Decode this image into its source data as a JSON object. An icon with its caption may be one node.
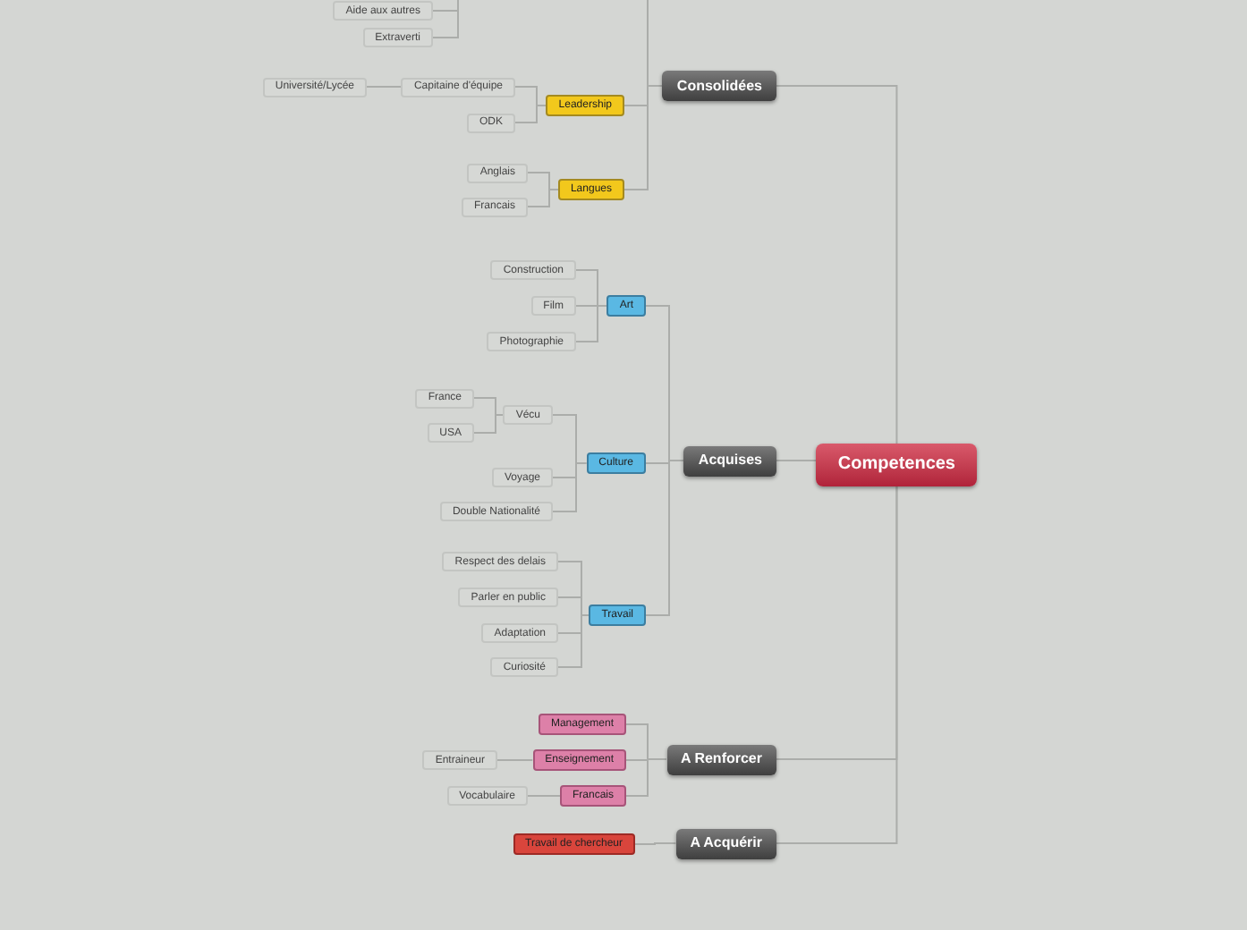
{
  "diagram": {
    "nodes": [
      {
        "text": [
          "Competences"
        ]
      },
      {
        "text": [
          "Consolidées"
        ]
      },
      {
        "text": [
          "Aide aux autres"
        ]
      },
      {
        "text": [
          "Extraverti"
        ]
      },
      {
        "text": [
          "Leadership"
        ]
      },
      {
        "text": [
          "Capitaine d'équipe"
        ]
      },
      {
        "text": [
          "Université/Lycée"
        ]
      },
      {
        "text": [
          "ODK"
        ]
      },
      {
        "text": [
          "Langues"
        ]
      },
      {
        "text": [
          "Anglais"
        ]
      },
      {
        "text": [
          "Francais"
        ]
      },
      {
        "text": [
          "Acquises"
        ]
      },
      {
        "text": [
          "Art"
        ]
      },
      {
        "text": [
          "Construction"
        ]
      },
      {
        "text": [
          "Film"
        ]
      },
      {
        "text": [
          "Photographie"
        ]
      },
      {
        "text": [
          "Culture"
        ]
      },
      {
        "text": [
          "Vécu"
        ]
      },
      {
        "text": [
          "France"
        ]
      },
      {
        "text": [
          "USA"
        ]
      },
      {
        "text": [
          "Voyage"
        ]
      },
      {
        "text": [
          "Double Nationalité"
        ]
      },
      {
        "text": [
          "Travail"
        ]
      },
      {
        "text": [
          "Respect des delais"
        ]
      },
      {
        "text": [
          "Parler en public"
        ]
      },
      {
        "text": [
          "Adaptation"
        ]
      },
      {
        "text": [
          "Curiosité"
        ]
      },
      {
        "text": [
          "A Renforcer"
        ]
      },
      {
        "text": [
          "Management"
        ]
      },
      {
        "text": [
          "Enseignement"
        ]
      },
      {
        "text": [
          "Entraineur"
        ]
      },
      {
        "text": [
          "Francais"
        ]
      },
      {
        "text": [
          "Vocabulaire"
        ]
      },
      {
        "text": [
          "A Acquérir"
        ]
      },
      {
        "text": [
          "Travail de chercheur"
        ]
      }
    ],
    "edges": [
      {
        "from": 0,
        "to": 1,
        "arrow": "none"
      },
      {
        "from": 0,
        "to": 11,
        "arrow": "none"
      },
      {
        "from": 0,
        "to": 27,
        "arrow": "none"
      },
      {
        "from": 0,
        "to": 33,
        "arrow": "none"
      },
      {
        "from": null,
        "to": 1,
        "arrow": "none"
      },
      {
        "from": null,
        "to": 2,
        "arrow": "none"
      },
      {
        "from": null,
        "to": 3,
        "arrow": "none"
      },
      {
        "from": 1,
        "to": 4,
        "arrow": "none"
      },
      {
        "from": 4,
        "to": 5,
        "arrow": "none"
      },
      {
        "from": 5,
        "to": 6,
        "arrow": "none"
      },
      {
        "from": 4,
        "to": 7,
        "arrow": "none"
      },
      {
        "from": 1,
        "to": 8,
        "arrow": "none"
      },
      {
        "from": 8,
        "to": 9,
        "arrow": "none"
      },
      {
        "from": 8,
        "to": 10,
        "arrow": "none"
      },
      {
        "from": 11,
        "to": 12,
        "arrow": "none"
      },
      {
        "from": 12,
        "to": 13,
        "arrow": "none"
      },
      {
        "from": 12,
        "to": 14,
        "arrow": "none"
      },
      {
        "from": 12,
        "to": 15,
        "arrow": "none"
      },
      {
        "from": 11,
        "to": 16,
        "arrow": "none"
      },
      {
        "from": 16,
        "to": 17,
        "arrow": "none"
      },
      {
        "from": 17,
        "to": 18,
        "arrow": "none"
      },
      {
        "from": 17,
        "to": 19,
        "arrow": "none"
      },
      {
        "from": 16,
        "to": 20,
        "arrow": "none"
      },
      {
        "from": 16,
        "to": 21,
        "arrow": "none"
      },
      {
        "from": 11,
        "to": 22,
        "arrow": "none"
      },
      {
        "from": 22,
        "to": 23,
        "arrow": "none"
      },
      {
        "from": 22,
        "to": 24,
        "arrow": "none"
      },
      {
        "from": 22,
        "to": 25,
        "arrow": "none"
      },
      {
        "from": 22,
        "to": 26,
        "arrow": "none"
      },
      {
        "from": 27,
        "to": 28,
        "arrow": "none"
      },
      {
        "from": 27,
        "to": 29,
        "arrow": "none"
      },
      {
        "from": 29,
        "to": 30,
        "arrow": "none"
      },
      {
        "from": 27,
        "to": 31,
        "arrow": "none"
      },
      {
        "from": 31,
        "to": 32,
        "arrow": "none"
      },
      {
        "from": 33,
        "to": 34,
        "arrow": "none"
      }
    ]
  }
}
